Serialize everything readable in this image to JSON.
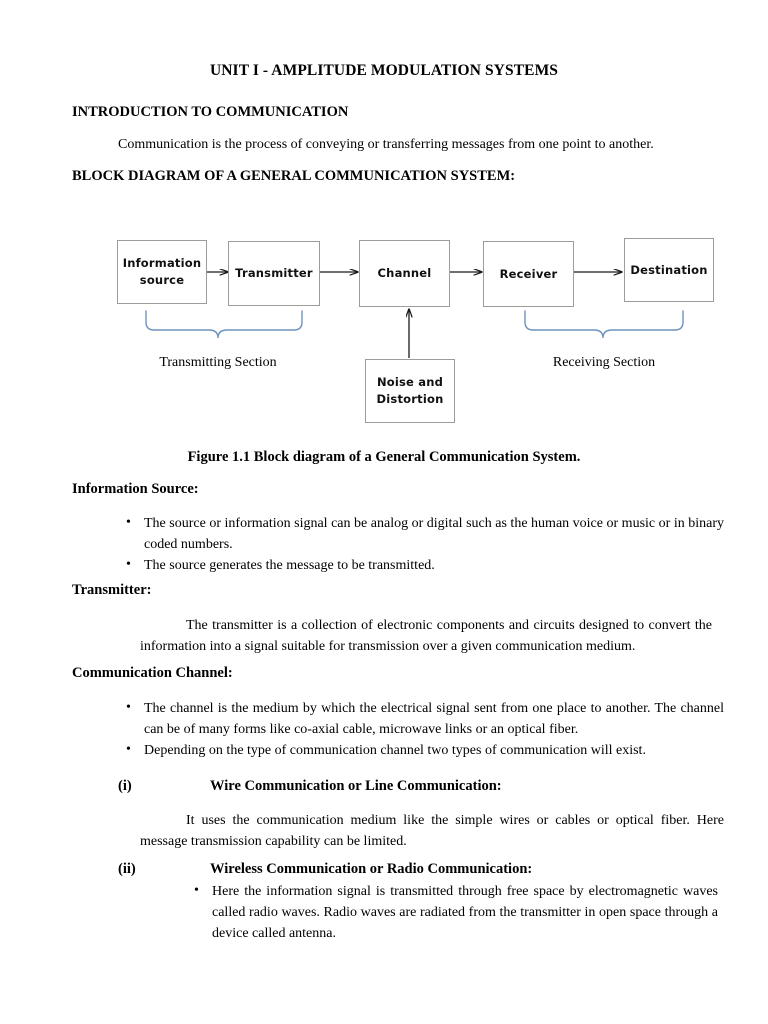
{
  "document": {
    "title": "UNIT I - AMPLITUDE MODULATION SYSTEMS",
    "intro_heading": "INTRODUCTION TO COMMUNICATION",
    "intro_paragraph": "Communication is the process of conveying or transferring messages from one point to another.",
    "block_diagram_heading": "BLOCK DIAGRAM OF A GENERAL COMMUNICATION SYSTEM:",
    "figure_caption": "Figure 1.1 Block diagram of a General Communication System."
  },
  "diagram": {
    "boxes": {
      "information_source": "Information source",
      "transmitter": "Transmitter",
      "channel": "Channel",
      "receiver": "Receiver",
      "destination": "Destination",
      "noise_and_distortion": "Noise and Distortion"
    },
    "section_labels": {
      "transmitting": "Transmitting Section",
      "receiving": "Receiving Section"
    },
    "colors": {
      "box_border": "#9c9c9c",
      "arrow": "#1a1a1a",
      "brace": "#6f93bd"
    }
  },
  "sections": {
    "information_source": {
      "heading": "Information Source:",
      "bullets": [
        "The source or information signal can be analog or digital such as the human voice or music or in binary coded numbers.",
        "The source generates the message to be transmitted."
      ]
    },
    "transmitter": {
      "heading": "Transmitter:",
      "paragraph": "The transmitter is a collection of electronic components and circuits designed to convert the information into a signal suitable for transmission over a given communication medium."
    },
    "communication_channel": {
      "heading": "Communication Channel:",
      "bullets": [
        "The channel is the medium by which the electrical signal sent from one place to another. The channel can be of many forms like co-axial cable, microwave links or an optical fiber.",
        "Depending on the type of communication channel two types of communication will exist."
      ]
    },
    "wire_communication": {
      "number": "(i)",
      "heading": "Wire Communication or Line Communication:",
      "paragraph": "It uses the communication medium like the simple wires or cables or optical fiber. Here message transmission capability can be limited."
    },
    "wireless_communication": {
      "number": "(ii)",
      "heading": "Wireless  Communication or Radio Communication:",
      "bullets": [
        "Here the information signal is transmitted through free space by electromagnetic waves called radio waves. Radio waves are radiated from the transmitter in open space through a device called antenna."
      ]
    }
  }
}
